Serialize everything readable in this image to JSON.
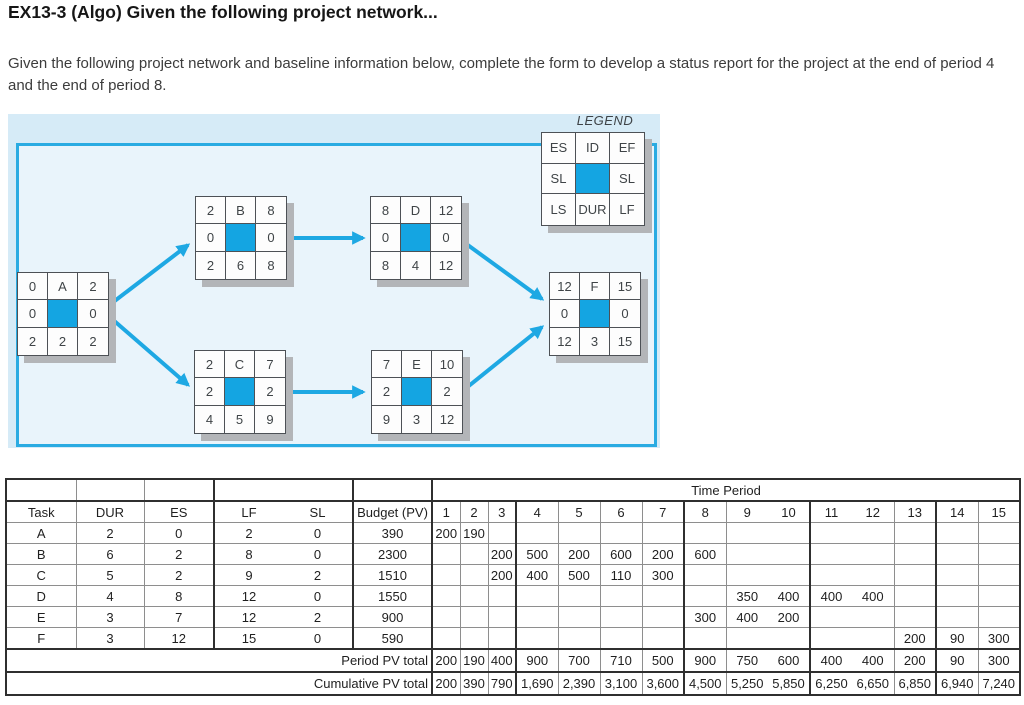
{
  "title": "EX13-3 (Algo) Given the following project network...",
  "intro": "Given the following project network and baseline information below, complete the form to develop a status report for the project at the end of period 4 and the end of period 8.",
  "colors": {
    "accent_blue": "#14a5e2",
    "diagram_border": "#2aabe2",
    "diagram_bg": "#d6ebf7",
    "diagram_inner_bg": "#e9f4fb",
    "node_shadow": "#b3b5b8"
  },
  "network": {
    "legend_title": "LEGEND",
    "legend_cells": [
      "ES",
      "ID",
      "EF",
      "SL",
      "",
      "SL",
      "LS",
      "DUR",
      "LF"
    ],
    "nodes": [
      {
        "id": "A",
        "cells": [
          "0",
          "A",
          "2",
          "0",
          "",
          "0",
          "2",
          "2",
          "2"
        ]
      },
      {
        "id": "B",
        "cells": [
          "2",
          "B",
          "8",
          "0",
          "",
          "0",
          "2",
          "6",
          "8"
        ]
      },
      {
        "id": "C",
        "cells": [
          "2",
          "C",
          "7",
          "2",
          "",
          "2",
          "4",
          "5",
          "9"
        ]
      },
      {
        "id": "D",
        "cells": [
          "8",
          "D",
          "12",
          "0",
          "",
          "0",
          "8",
          "4",
          "12"
        ]
      },
      {
        "id": "E",
        "cells": [
          "7",
          "E",
          "10",
          "2",
          "",
          "2",
          "9",
          "3",
          "12"
        ]
      },
      {
        "id": "F",
        "cells": [
          "12",
          "F",
          "15",
          "0",
          "",
          "0",
          "12",
          "3",
          "15"
        ]
      }
    ]
  },
  "table": {
    "time_period_label": "Time Period",
    "headers": [
      "Task",
      "DUR",
      "ES",
      "LF",
      "SL",
      "Budget (PV)"
    ],
    "period_headers": [
      "1",
      "2",
      "3",
      "4",
      "5",
      "6",
      "7",
      "8",
      "9",
      "10",
      "11",
      "12",
      "13",
      "14",
      "15"
    ],
    "rows": [
      {
        "task": "A",
        "dur": "2",
        "es": "0",
        "lf": "2",
        "sl": "0",
        "budget": "390",
        "pv": {
          "1": "200",
          "2": "190"
        }
      },
      {
        "task": "B",
        "dur": "6",
        "es": "2",
        "lf": "8",
        "sl": "0",
        "budget": "2300",
        "pv": {
          "3": "200",
          "4": "500",
          "5": "200",
          "6": "600",
          "7": "200",
          "8": "600"
        }
      },
      {
        "task": "C",
        "dur": "5",
        "es": "2",
        "lf": "9",
        "sl": "2",
        "budget": "1510",
        "pv": {
          "3": "200",
          "4": "400",
          "5": "500",
          "6": "110",
          "7": "300"
        }
      },
      {
        "task": "D",
        "dur": "4",
        "es": "8",
        "lf": "12",
        "sl": "0",
        "budget": "1550",
        "pv": {
          "9": "350",
          "10": "400",
          "11": "400",
          "12": "400"
        }
      },
      {
        "task": "E",
        "dur": "3",
        "es": "7",
        "lf": "12",
        "sl": "2",
        "budget": "900",
        "pv": {
          "8": "300",
          "9": "400",
          "10": "200"
        }
      },
      {
        "task": "F",
        "dur": "3",
        "es": "12",
        "lf": "15",
        "sl": "0",
        "budget": "590",
        "pv": {
          "13": "200",
          "14": "90",
          "15": "300"
        }
      }
    ],
    "period_total_label": "Period PV total",
    "period_totals": [
      "200",
      "190",
      "400",
      "900",
      "700",
      "710",
      "500",
      "900",
      "750",
      "600",
      "400",
      "400",
      "200",
      "90",
      "300"
    ],
    "cumulative_total_label": "Cumulative PV total",
    "cumulative_totals": [
      "200",
      "390",
      "790",
      "1,690",
      "2,390",
      "3,100",
      "3,600",
      "4,500",
      "5,250",
      "5,850",
      "6,250",
      "6,650",
      "6,850",
      "6,940",
      "7,240"
    ]
  }
}
